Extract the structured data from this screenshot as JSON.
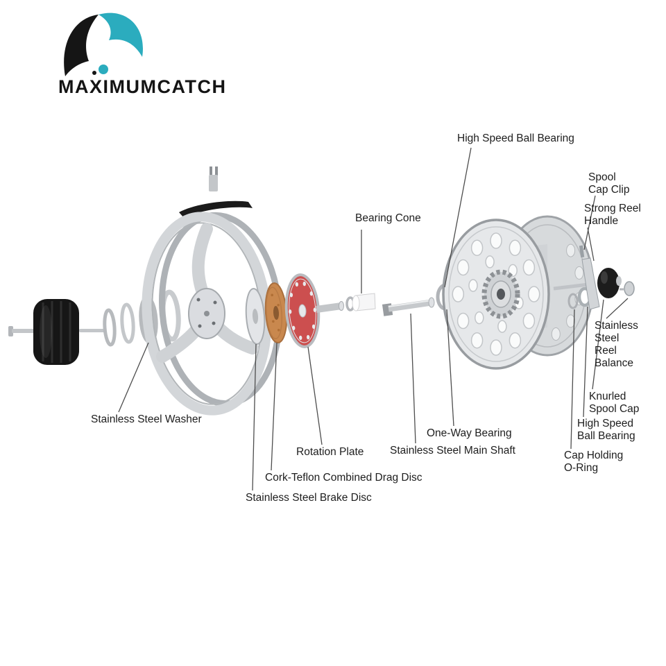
{
  "brand": {
    "name": "MAXIMUMCATCH"
  },
  "colors": {
    "accent_teal": "#2bacbe",
    "logo_black": "#151515",
    "silver": "#c7cacd",
    "cork": "#c9884e",
    "drag_red": "#cc4f4f",
    "knob_black": "#1b1b1b",
    "label_text": "#1d1d1d",
    "leader_line": "#4d4d4d"
  },
  "diagram": {
    "subject": "Fly reel exploded parts view",
    "labels": {
      "high_speed_ball_bearing_top": "High Speed Ball Bearing",
      "spool_cap_clip": "Spool\nCap Clip",
      "strong_reel_handle": "Strong Reel\nHandle",
      "bearing_cone": "Bearing Cone",
      "stainless_steel_reel_balance": "Stainless\nSteel\nReel\nBalance",
      "knurled_spool_cap": "Knurled\nSpool Cap",
      "high_speed_ball_bearing_bottom": "High Speed\nBall Bearing",
      "cap_holding_o_ring": "Cap Holding\nO-Ring",
      "one_way_bearing": "One-Way Bearing",
      "stainless_steel_main_shaft": "Stainless Steel Main Shaft",
      "rotation_plate": "Rotation Plate",
      "cork_teflon_combined_drag_disc": "Cork-Teflon Combined Drag Disc",
      "stainless_steel_brake_disc": "Stainless Steel Brake Disc",
      "stainless_steel_washer": "Stainless Steel Washer"
    }
  }
}
